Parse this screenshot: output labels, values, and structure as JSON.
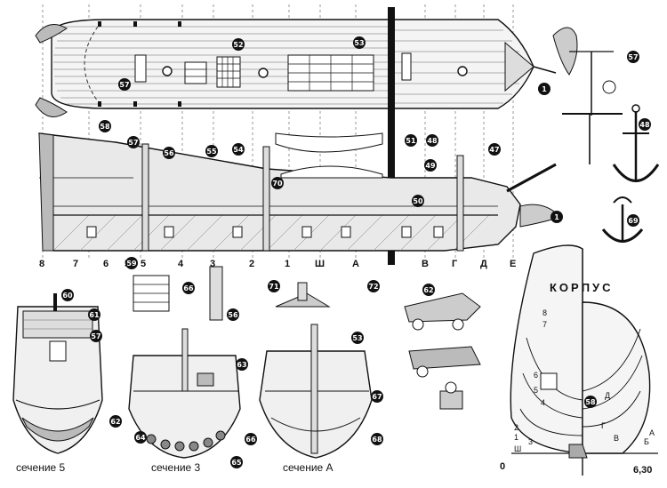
{
  "callouts": [
    {
      "id": "c52",
      "label": "52"
    },
    {
      "id": "c53",
      "label": "53"
    },
    {
      "id": "c57a",
      "label": "57"
    },
    {
      "id": "c58",
      "label": "58"
    },
    {
      "id": "c54",
      "label": "54"
    },
    {
      "id": "c48a",
      "label": "48"
    },
    {
      "id": "c47a",
      "label": "47"
    },
    {
      "id": "c1a",
      "label": "1"
    },
    {
      "id": "c57b",
      "label": "57"
    },
    {
      "id": "c48b",
      "label": "48"
    },
    {
      "id": "c69",
      "label": "69"
    },
    {
      "id": "c56",
      "label": "56"
    },
    {
      "id": "c55",
      "label": "55"
    },
    {
      "id": "c57c",
      "label": "57"
    },
    {
      "id": "c50",
      "label": "50"
    },
    {
      "id": "c49",
      "label": "49"
    },
    {
      "id": "c70",
      "label": "70"
    },
    {
      "id": "c1b",
      "label": "1"
    },
    {
      "id": "c59",
      "label": "59"
    },
    {
      "id": "c51",
      "label": "51"
    },
    {
      "id": "c60",
      "label": "60"
    },
    {
      "id": "c61",
      "label": "61"
    },
    {
      "id": "c57d",
      "label": "57"
    },
    {
      "id": "c66",
      "label": "66"
    },
    {
      "id": "c56b",
      "label": "56"
    },
    {
      "id": "c63",
      "label": "63"
    },
    {
      "id": "c62a",
      "label": "62"
    },
    {
      "id": "c64",
      "label": "64"
    },
    {
      "id": "c65",
      "label": "65"
    },
    {
      "id": "c53b",
      "label": "53"
    },
    {
      "id": "c67",
      "label": "67"
    },
    {
      "id": "c68",
      "label": "68"
    },
    {
      "id": "c66b",
      "label": "66"
    },
    {
      "id": "c71",
      "label": "71"
    },
    {
      "id": "c72",
      "label": "72"
    },
    {
      "id": "c62b",
      "label": "62"
    },
    {
      "id": "c58b",
      "label": "58"
    }
  ],
  "stations": [
    "8",
    "7",
    "6",
    "59",
    "5",
    "4",
    "3",
    "2",
    "1",
    "Ш",
    "А",
    "В",
    "Г",
    "Д",
    "Е"
  ],
  "sections": {
    "s5": "сечение 5",
    "s3": "сечение 3",
    "sA": "сечение А"
  },
  "body_plan": {
    "title": "КОРПУС",
    "scale_left": "0",
    "scale_right": "6,30",
    "line_labels": [
      "8",
      "7",
      "6",
      "5",
      "4",
      "3",
      "2",
      "1",
      "Ш",
      "Д",
      "Г",
      "В",
      "Б",
      "А"
    ]
  }
}
